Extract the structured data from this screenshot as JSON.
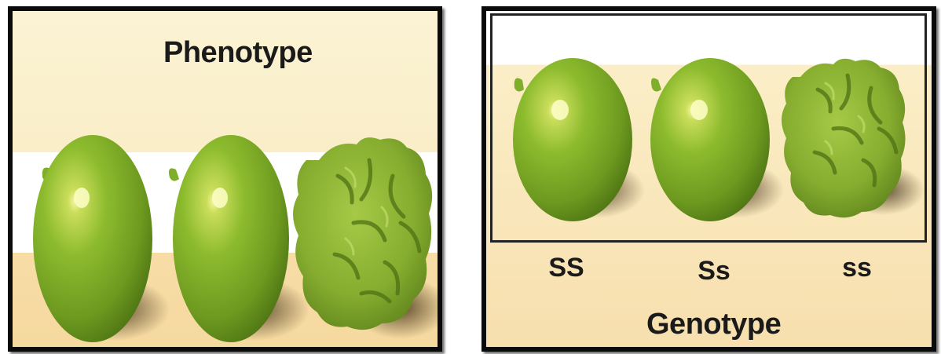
{
  "phenotype_panel": {
    "title": "Phenotype",
    "peas": [
      {
        "shape": "round",
        "color": "#7fae2a"
      },
      {
        "shape": "round",
        "color": "#7fae2a"
      },
      {
        "shape": "wrinkled",
        "color": "#7ea82e"
      }
    ]
  },
  "genotype_panel": {
    "title": "Genotype",
    "labels": [
      "SS",
      "Ss",
      "ss"
    ],
    "peas": [
      {
        "shape": "round",
        "color": "#7fae2a"
      },
      {
        "shape": "round",
        "color": "#7fae2a"
      },
      {
        "shape": "wrinkled",
        "color": "#7ea82e"
      }
    ]
  }
}
